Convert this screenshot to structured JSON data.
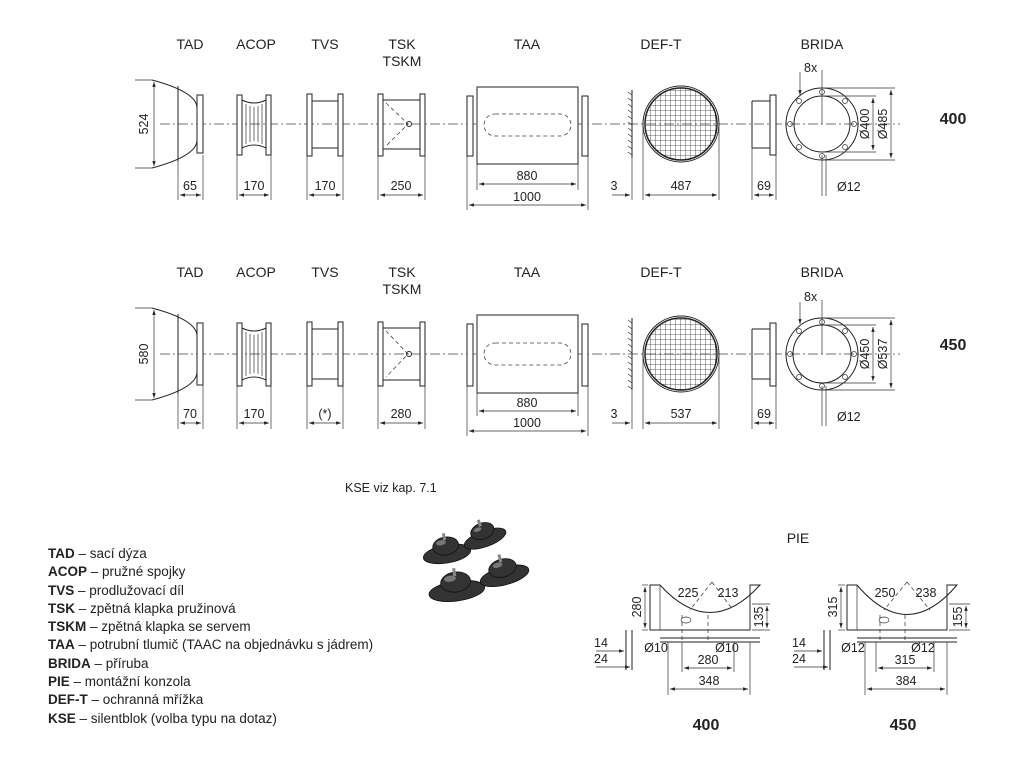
{
  "components": {
    "tad": "TAD",
    "acop": "ACOP",
    "tvs": "TVS",
    "tsk": "TSK",
    "tskm": "TSKM",
    "taa": "TAA",
    "def_t": "DEF-T",
    "brida": "BRIDA",
    "holes": "8x"
  },
  "rows": [
    {
      "size": "400",
      "tad_height": "524",
      "tad_length": "65",
      "acop_length": "170",
      "tvs_length": "170",
      "tsk_length": "250",
      "taa_inner": "880",
      "taa_total": "1000",
      "def_t_thickness": "3",
      "def_t_diameter": "487",
      "brida_length": "69",
      "brida_d1": "Ø400",
      "brida_d2": "Ø485",
      "brida_hole": "Ø12"
    },
    {
      "size": "450",
      "tad_height": "580",
      "tad_length": "70",
      "acop_length": "170",
      "tvs_length": "(*)",
      "tsk_length": "280",
      "taa_inner": "880",
      "taa_total": "1000",
      "def_t_thickness": "3",
      "def_t_diameter": "537",
      "brida_length": "69",
      "brida_d1": "Ø450",
      "brida_d2": "Ø537",
      "brida_hole": "Ø12"
    }
  ],
  "kse_note": "KSE viz kap. 7.1",
  "pie": {
    "title": "PIE",
    "brackets": [
      {
        "size": "400",
        "r1": "225",
        "r2": "213",
        "height": "280",
        "side": "135",
        "t1": "14",
        "t2": "24",
        "hole_left": "Ø10",
        "hole_right": "Ø10",
        "spacing": "280",
        "width": "348"
      },
      {
        "size": "450",
        "r1": "250",
        "r2": "238",
        "height": "315",
        "side": "155",
        "t1": "14",
        "t2": "24",
        "hole_left": "Ø12",
        "hole_right": "Ø12",
        "spacing": "315",
        "width": "384"
      }
    ]
  },
  "legend": [
    {
      "code": "TAD",
      "desc": " – sací dýza"
    },
    {
      "code": "ACOP",
      "desc": " – pružné spojky"
    },
    {
      "code": "TVS",
      "desc": " – prodlužovací díl"
    },
    {
      "code": "TSK",
      "desc": " – zpětná klapka pružinová"
    },
    {
      "code": "TSKM",
      "desc": " – zpětná klapka se servem"
    },
    {
      "code": "TAA",
      "desc": " – potrubní tlumič (TAAC na objednávku s jádrem)"
    },
    {
      "code": "BRIDA",
      "desc": " – příruba"
    },
    {
      "code": "PIE",
      "desc": " – montážní konzola"
    },
    {
      "code": "DEF-T",
      "desc": " – ochranná mřížka"
    },
    {
      "code": "KSE",
      "desc": " – silentblok (volba typu na dotaz)"
    }
  ]
}
